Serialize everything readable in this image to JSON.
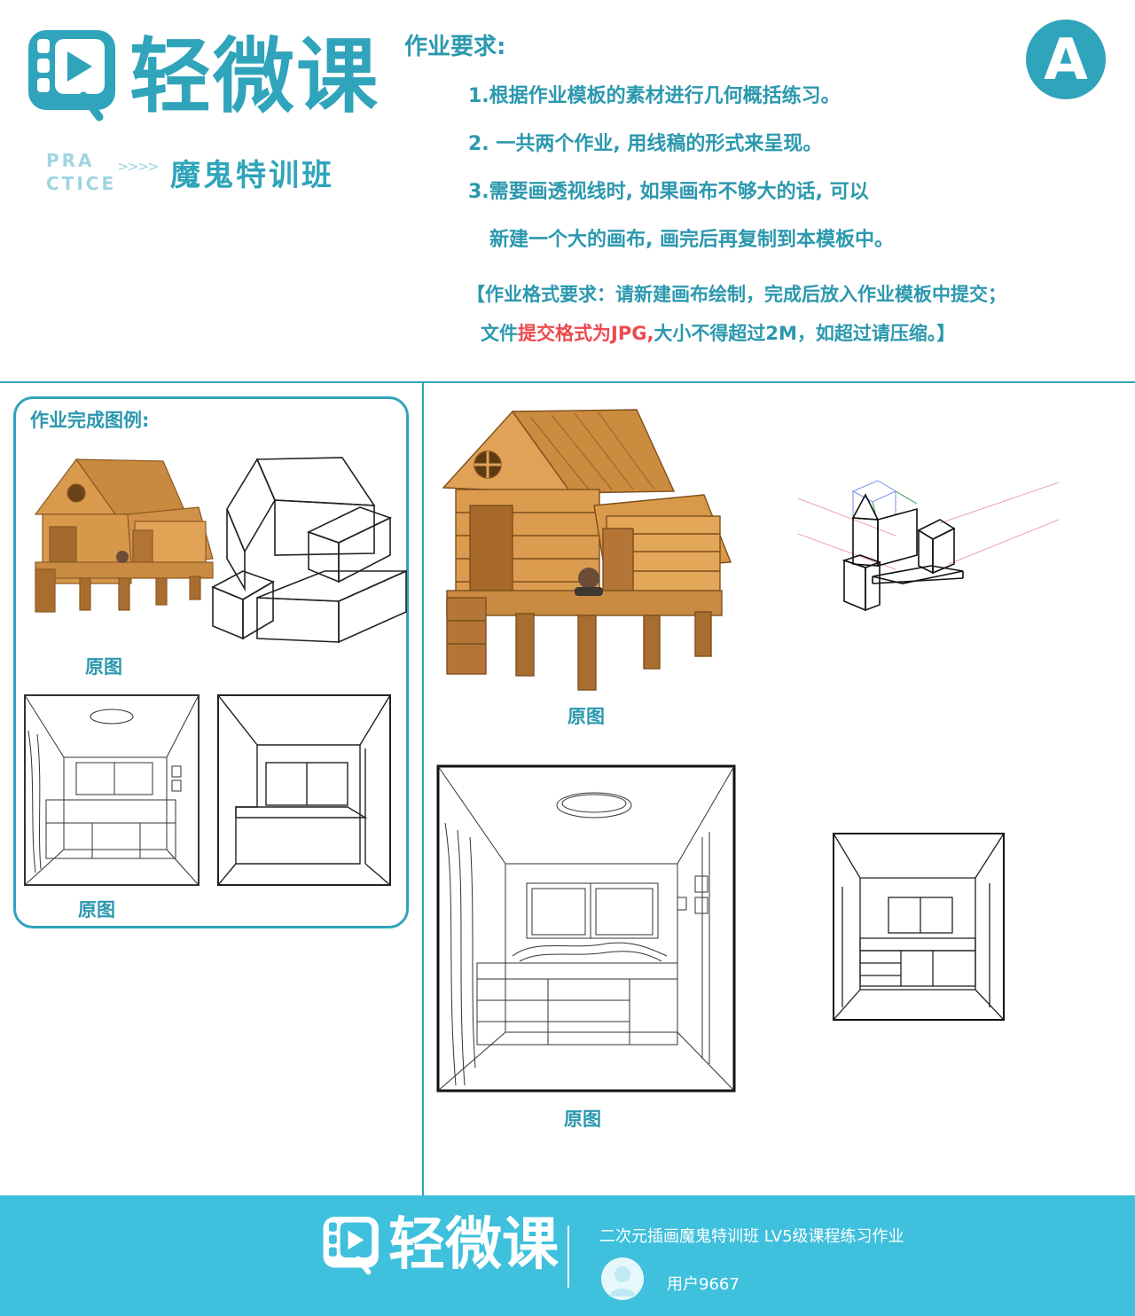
{
  "header": {
    "logo_text": "轻微课",
    "practice_line1": "PRA",
    "practice_line2": "CTICE",
    "class_name": "魔鬼特训班",
    "badge": "A"
  },
  "requirements": {
    "title": "作业要求:",
    "items": [
      "1.根据作业模板的素材进行几何概括练习。",
      "2. 一共两个作业, 用线稿的形式来呈现。",
      "3.需要画透视线时, 如果画布不够大的话, 可以",
      "新建一个大的画布, 画完后再复制到本模板中。"
    ],
    "format_line1": "【作业格式要求：请新建画布绘制，完成后放入作业模板中提交；",
    "format_line2_a": "文件",
    "format_line2_red": "提交格式为JPG,",
    "format_line2_b": "大小不得超过2M，如超过请压缩。】"
  },
  "example": {
    "title": "作业完成图例:",
    "label_house": "原图",
    "label_room": "原图"
  },
  "main": {
    "label_house": "原图",
    "label_room": "原图"
  },
  "footer": {
    "logo_text": "轻微课",
    "course": "二次元插画魔鬼特训班 LV5级课程练习作业",
    "user": "用户9667"
  },
  "colors": {
    "brand": "#2fa4ba",
    "footer_bg": "#3fc0dc",
    "highlight": "#ec4a4f",
    "wood": "#d99a4e"
  }
}
